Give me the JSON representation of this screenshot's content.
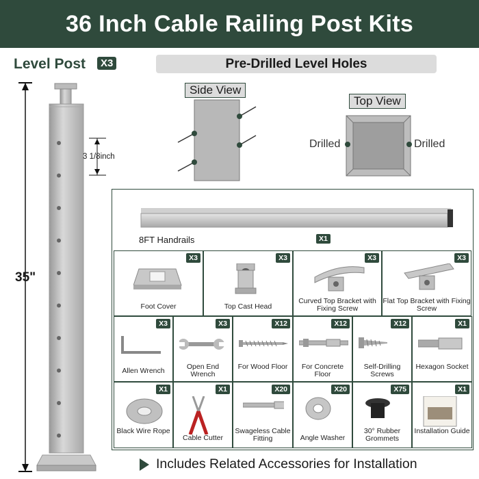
{
  "title": "36 Inch Cable Railing Post Kits",
  "level_post": {
    "title": "Level Post",
    "qty": "X3"
  },
  "pre_drilled": "Pre-Drilled Level Holes",
  "side_view": "Side View",
  "top_view": "Top View",
  "drilled_left": "Drilled",
  "drilled_right": "Drilled",
  "dim_height": "35\"",
  "dim_spacing": "3 1/8inch",
  "handrail": {
    "label": "8FT Handrails",
    "qty": "X1"
  },
  "row1": [
    {
      "label": "Foot Cover",
      "qty": "X3",
      "icon": "foot-cover-icon"
    },
    {
      "label": "Top Cast Head",
      "qty": "X3",
      "icon": "top-cast-head-icon"
    },
    {
      "label": "Curved Top Bracket with Fixing Screw",
      "qty": "X3",
      "icon": "curved-bracket-icon"
    },
    {
      "label": "Flat Top Bracket with Fixing Screw",
      "qty": "X3",
      "icon": "flat-bracket-icon"
    }
  ],
  "row2": [
    {
      "label": "Allen Wrench",
      "qty": "X3",
      "icon": "allen-wrench-icon"
    },
    {
      "label": "Open End Wrench",
      "qty": "X3",
      "icon": "open-end-wrench-icon"
    },
    {
      "label": "For Wood Floor",
      "qty": "X12",
      "icon": "wood-screw-icon"
    },
    {
      "label": "For Concrete Floor",
      "qty": "X12",
      "icon": "concrete-anchor-icon"
    },
    {
      "label": "Self-Drilling Screws",
      "qty": "X12",
      "icon": "self-drilling-screw-icon"
    },
    {
      "label": "Hexagon Socket",
      "qty": "X1",
      "icon": "hex-socket-icon"
    }
  ],
  "row3": [
    {
      "label": "Black Wire Rope",
      "qty": "X1",
      "icon": "wire-rope-icon"
    },
    {
      "label": "Cable Cutter",
      "qty": "X1",
      "icon": "cable-cutter-icon"
    },
    {
      "label": "Swageless Cable Fitting",
      "qty": "X20",
      "icon": "cable-fitting-icon"
    },
    {
      "label": "Angle Washer",
      "qty": "X20",
      "icon": "angle-washer-icon"
    },
    {
      "label": "30° Rubber Grommets",
      "qty": "X75",
      "icon": "rubber-grommet-icon"
    },
    {
      "label": "Installation Guide",
      "qty": "X1",
      "icon": "installation-guide-icon"
    }
  ],
  "footer": "Includes Related Accessories for Installation",
  "colors": {
    "brand": "#2f4a3c",
    "panel": "#dcdcdc",
    "steel": "#b9b9b9"
  }
}
